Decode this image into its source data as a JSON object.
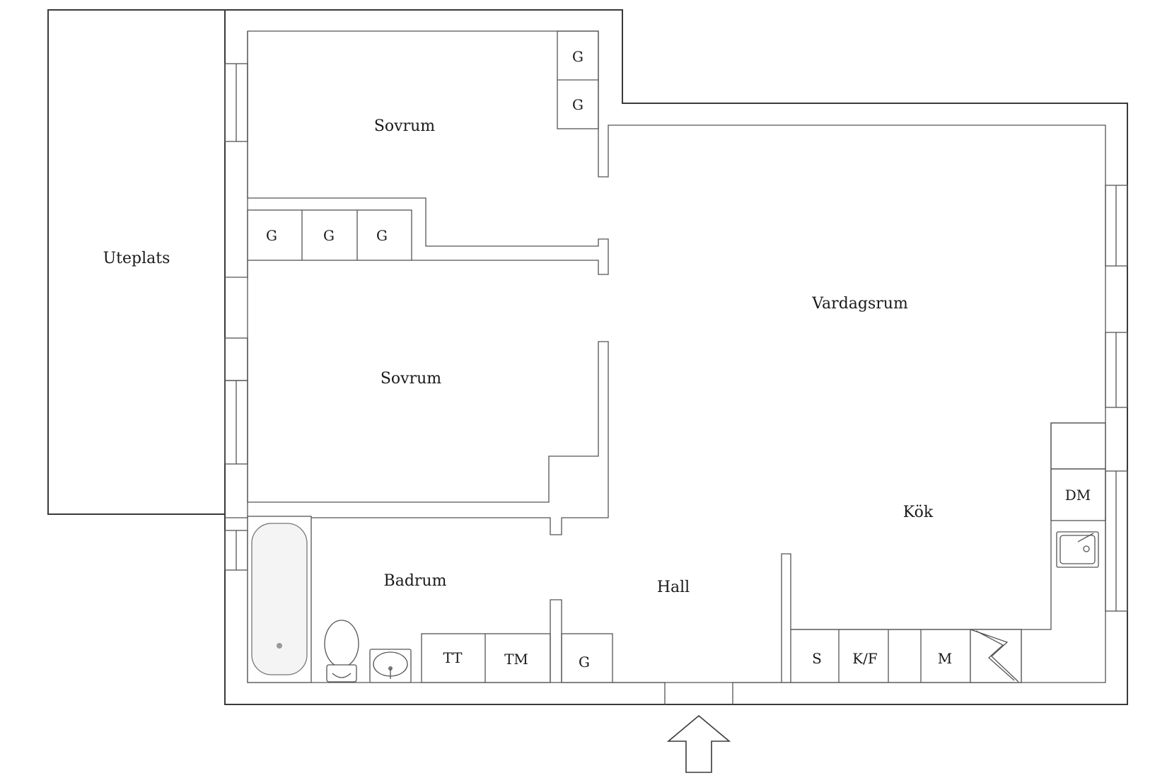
{
  "rooms": {
    "uteplats": "Uteplats",
    "sovrum_1": "Sovrum",
    "sovrum_2": "Sovrum",
    "vardagsrum": "Vardagsrum",
    "kok": "Kök",
    "badrum": "Badrum",
    "hall": "Hall"
  },
  "fixtures": {
    "closet_label": "G",
    "tumble_dryer": "TT",
    "washing_machine": "TM",
    "stove": "S",
    "fridge_freezer": "K/F",
    "microwave": "M",
    "dishwasher": "DM"
  },
  "icons": [
    "entrance-arrow-icon",
    "bathtub-icon",
    "toilet-icon",
    "washbasin-icon",
    "kitchen-sink-icon",
    "electrical-panel-icon"
  ]
}
